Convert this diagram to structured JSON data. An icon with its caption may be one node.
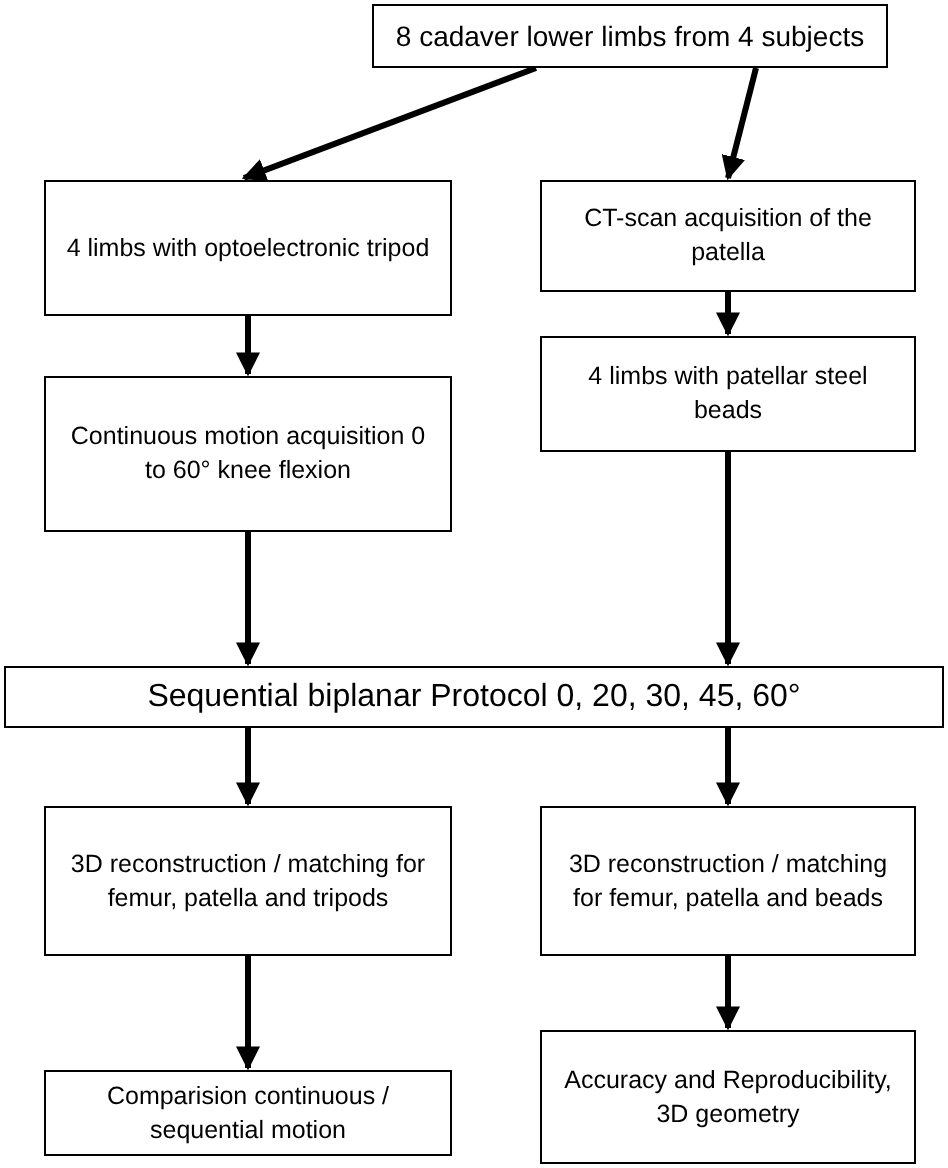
{
  "diagram": {
    "nodes": [
      {
        "text": [
          "8 cadaver lower limbs from 4 subjects"
        ]
      },
      {
        "text": [
          "4 limbs with optoelectronic tripod"
        ]
      },
      {
        "text": [
          "CT-scan acquisition of the patella"
        ]
      },
      {
        "text": [
          "Continuous motion acquisition 0 to 60° knee flexion"
        ]
      },
      {
        "text": [
          "4 limbs with patellar steel beads"
        ]
      },
      {
        "text": [
          "Sequential biplanar Protocol 0, 20, 30, 45, 60°"
        ]
      },
      {
        "text": [
          "3D reconstruction / matching for femur, patella and tripods"
        ]
      },
      {
        "text": [
          "3D reconstruction / matching for femur, patella and beads"
        ]
      },
      {
        "text": [
          "Comparision continuous / sequential motion"
        ]
      },
      {
        "text": [
          "Accuracy and Reproducibility, 3D geometry"
        ]
      }
    ],
    "edges": [
      {
        "from": 0,
        "to": 1,
        "arrow": "to"
      },
      {
        "from": 0,
        "to": 2,
        "arrow": "to"
      },
      {
        "from": 1,
        "to": 3,
        "arrow": "to"
      },
      {
        "from": 2,
        "to": 4,
        "arrow": "to"
      },
      {
        "from": 3,
        "to": 5,
        "arrow": "to"
      },
      {
        "from": 4,
        "to": 5,
        "arrow": "to"
      },
      {
        "from": 5,
        "to": 6,
        "arrow": "to"
      },
      {
        "from": 5,
        "to": 7,
        "arrow": "to"
      },
      {
        "from": 6,
        "to": 8,
        "arrow": "to"
      },
      {
        "from": 7,
        "to": 9,
        "arrow": "to"
      }
    ]
  }
}
